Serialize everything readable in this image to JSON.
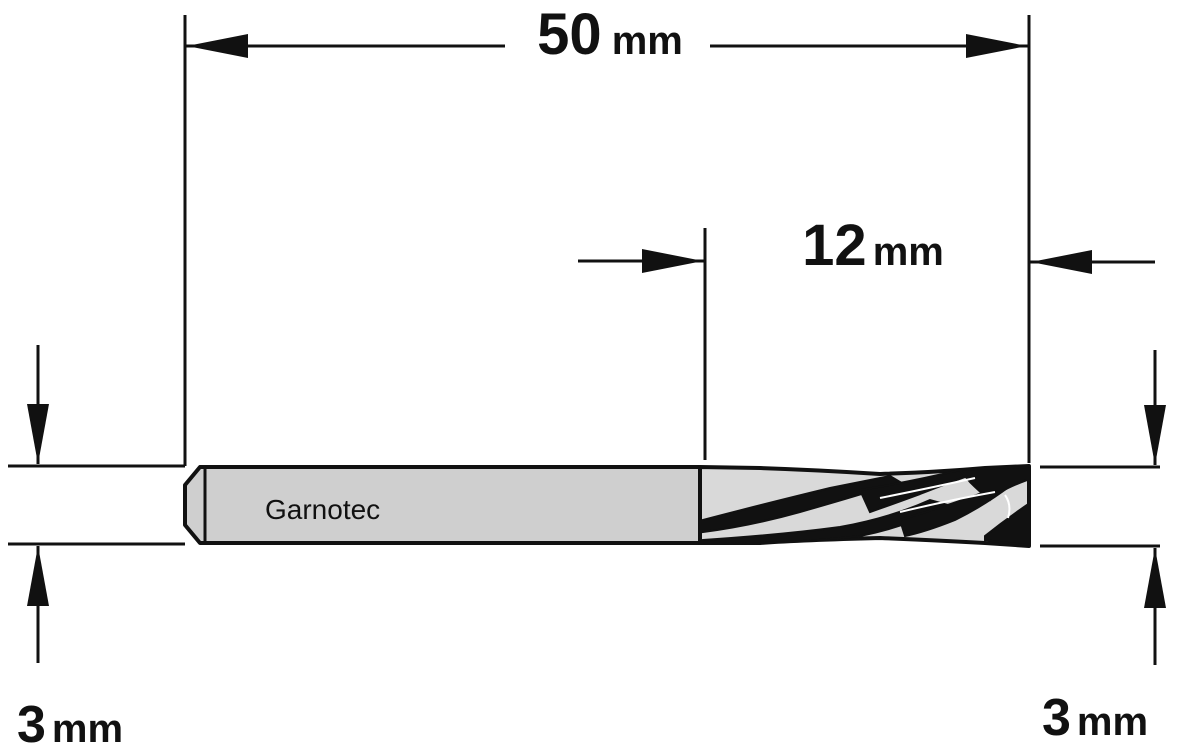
{
  "drawing": {
    "overall_length": {
      "value": "50",
      "unit": "mm"
    },
    "cutting_length": {
      "value": "12",
      "unit": "mm"
    },
    "shank_diameter": {
      "value": "3",
      "unit": "mm"
    },
    "cutting_diameter": {
      "value": "3",
      "unit": "mm"
    },
    "brand_marking": "Garnotec"
  },
  "colors": {
    "line": "#111111",
    "shank_fill": "#cfcfcf",
    "flute_fill": "#d9d9d9",
    "background": "#ffffff"
  }
}
